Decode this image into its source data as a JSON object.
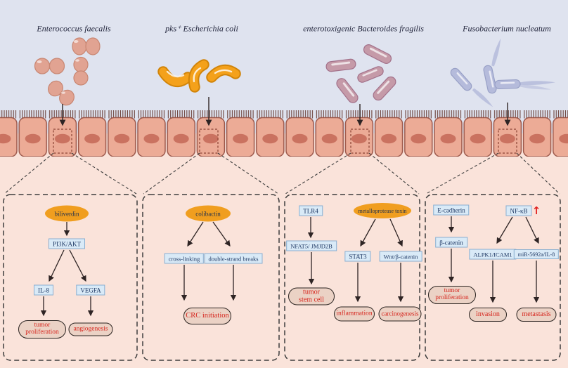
{
  "bacteria": {
    "b1": {
      "name": "Enterococcus faecalis"
    },
    "b2": {
      "name": "pks⁺ Escherichia coli"
    },
    "b3": {
      "name": "enterotoxigenic Bacteroides fragilis"
    },
    "b4": {
      "name": "Fusobacterium nucleatum"
    }
  },
  "panels": {
    "p1": {
      "trigger": "biliverdin",
      "mediator": "PI3K/AKT",
      "branch1": "IL-8",
      "branch2": "VEGFA",
      "outcome1": "tumor proliferation",
      "outcome2": "angiogenesis"
    },
    "p2": {
      "trigger": "colibactin",
      "branch1": "cross-linking",
      "branch2": "double-strand breaks",
      "outcome": "CRC initiation"
    },
    "p3": {
      "receptor": "TLR4",
      "mediator": "NFAT5/ JMJD2B",
      "outcome1": "tumor stem cell",
      "trigger": "metalloprotease toxin",
      "branch1": "STAT3",
      "branch2": "Wnt/β-catenin",
      "outcome2": "inflammation",
      "outcome3": "carcinogenesis"
    },
    "p4": {
      "node1": "E-cadherin",
      "node2": "β-catenin",
      "outcome1": "tumor proliferation",
      "hub": "NF-κB",
      "hub_up_arrow": "↑",
      "branch1": "ALPK1/ICAM1",
      "branch2": "miR-5692a/IL-8",
      "outcome2": "invasion",
      "outcome3": "metastasis"
    }
  },
  "colors": {
    "lumen_background": "#dfe3ef",
    "tissue_background": "#fae3da",
    "trigger_fill": "#f09e1f",
    "node_fill": "#d9eaf7",
    "node_border": "#8aafd0",
    "node_text": "#1f3864",
    "outcome_fill": "#ebd2c5",
    "outcome_text": "#d6251d",
    "upregulation_red": "#e02020",
    "cell_fill": "#ecab96",
    "cell_border": "#9b574a",
    "nucleus_fill": "#ca7260"
  }
}
